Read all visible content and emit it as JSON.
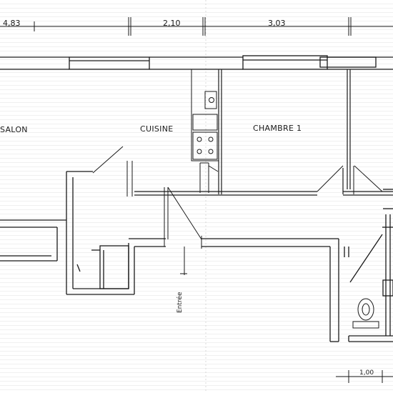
{
  "dimensions": {
    "left": "4,83",
    "middle": "2,10",
    "right": "3,03",
    "bottom": "1,00"
  },
  "rooms": {
    "salon": "SALON",
    "cuisine": "CUISINE",
    "chambre1": "CHAMBRE 1"
  },
  "labels": {
    "entree": "Entrée"
  },
  "colors": {
    "ink": "#1a1a1a",
    "paper": "#ffffff",
    "ruling": "#d6d6d6"
  }
}
